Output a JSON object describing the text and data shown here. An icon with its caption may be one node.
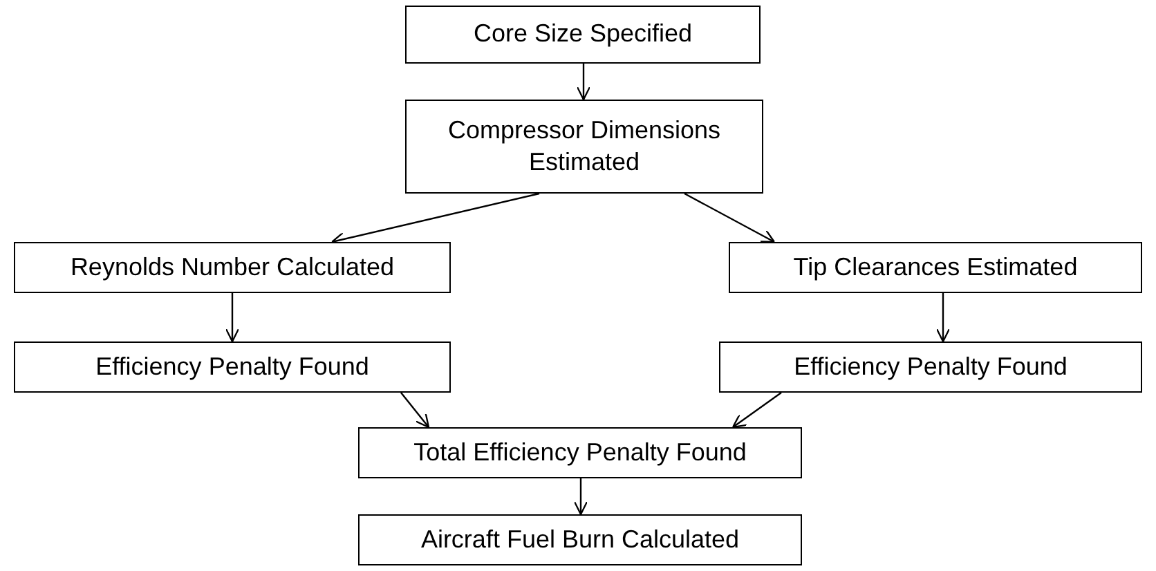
{
  "diagram": {
    "nodes": [
      {
        "text": [
          "Core Size Specified"
        ]
      },
      {
        "text": [
          "Compressor Dimensions Estimated"
        ]
      },
      {
        "text": [
          "Reynolds Number Calculated"
        ]
      },
      {
        "text": [
          "Tip Clearances Estimated"
        ]
      },
      {
        "text": [
          "Efficiency Penalty Found"
        ]
      },
      {
        "text": [
          "Efficiency Penalty Found"
        ]
      },
      {
        "text": [
          "Total Efficiency Penalty Found"
        ]
      },
      {
        "text": [
          "Aircraft Fuel Burn Calculated"
        ]
      }
    ],
    "edges": [
      {
        "from": 0,
        "to": 1,
        "arrow": "to"
      },
      {
        "from": 1,
        "to": 2,
        "arrow": "to"
      },
      {
        "from": 1,
        "to": 3,
        "arrow": "to"
      },
      {
        "from": 2,
        "to": 4,
        "arrow": "to"
      },
      {
        "from": 3,
        "to": 5,
        "arrow": "to"
      },
      {
        "from": 4,
        "to": 6,
        "arrow": "to"
      },
      {
        "from": 5,
        "to": 6,
        "arrow": "to"
      },
      {
        "from": 6,
        "to": 7,
        "arrow": "to"
      }
    ]
  }
}
